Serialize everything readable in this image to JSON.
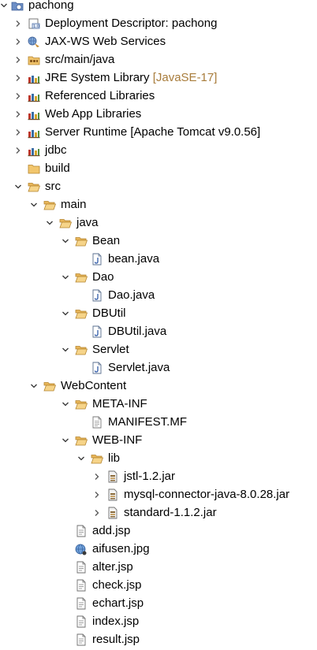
{
  "project_explorer": {
    "items": [
      {
        "label": "pachong",
        "decoration": "",
        "icon": "project-icon",
        "expanded": true
      },
      {
        "label": "Deployment Descriptor: pachong",
        "decoration": "",
        "icon": "deployment-descriptor-icon",
        "expanded": false
      },
      {
        "label": "JAX-WS Web Services",
        "decoration": "",
        "icon": "web-services-icon",
        "expanded": false
      },
      {
        "label": "src/main/java",
        "decoration": "",
        "icon": "source-folder-icon",
        "expanded": false
      },
      {
        "label": "JRE System Library ",
        "decoration": "[JavaSE-17]",
        "icon": "library-icon",
        "expanded": false
      },
      {
        "label": "Referenced Libraries",
        "decoration": "",
        "icon": "library-icon",
        "expanded": false
      },
      {
        "label": "Web App Libraries",
        "decoration": "",
        "icon": "library-icon",
        "expanded": false
      },
      {
        "label": "Server Runtime [Apache Tomcat v9.0.56]",
        "decoration": "",
        "icon": "library-icon",
        "expanded": false
      },
      {
        "label": "jdbc",
        "decoration": "",
        "icon": "library-icon",
        "expanded": false
      },
      {
        "label": "build",
        "decoration": "",
        "icon": "folder-icon",
        "expanded": null
      },
      {
        "label": "src",
        "decoration": "",
        "icon": "open-folder-icon",
        "expanded": true
      },
      {
        "label": "main",
        "decoration": "",
        "icon": "open-folder-icon",
        "expanded": true
      },
      {
        "label": "java",
        "decoration": "",
        "icon": "open-folder-icon",
        "expanded": true
      },
      {
        "label": "Bean",
        "decoration": "",
        "icon": "open-folder-icon",
        "expanded": true
      },
      {
        "label": "bean.java",
        "decoration": "",
        "icon": "java-file-icon",
        "expanded": null
      },
      {
        "label": "Dao",
        "decoration": "",
        "icon": "open-folder-icon",
        "expanded": true
      },
      {
        "label": "Dao.java",
        "decoration": "",
        "icon": "java-file-icon",
        "expanded": null
      },
      {
        "label": "DBUtil",
        "decoration": "",
        "icon": "open-folder-icon",
        "expanded": true
      },
      {
        "label": "DBUtil.java",
        "decoration": "",
        "icon": "java-file-icon",
        "expanded": null
      },
      {
        "label": "Servlet",
        "decoration": "",
        "icon": "open-folder-icon",
        "expanded": true
      },
      {
        "label": "Servlet.java",
        "decoration": "",
        "icon": "java-file-icon",
        "expanded": null
      },
      {
        "label": "WebContent",
        "decoration": "",
        "icon": "open-folder-icon",
        "expanded": true
      },
      {
        "label": "META-INF",
        "decoration": "",
        "icon": "open-folder-icon",
        "expanded": true
      },
      {
        "label": "MANIFEST.MF",
        "decoration": "",
        "icon": "text-file-icon",
        "expanded": null
      },
      {
        "label": "WEB-INF",
        "decoration": "",
        "icon": "open-folder-icon",
        "expanded": true
      },
      {
        "label": "lib",
        "decoration": "",
        "icon": "open-folder-icon",
        "expanded": true
      },
      {
        "label": "jstl-1.2.jar",
        "decoration": "",
        "icon": "jar-file-icon",
        "expanded": false
      },
      {
        "label": "mysql-connector-java-8.0.28.jar",
        "decoration": "",
        "icon": "jar-file-icon",
        "expanded": false
      },
      {
        "label": "standard-1.1.2.jar",
        "decoration": "",
        "icon": "jar-file-icon",
        "expanded": false
      },
      {
        "label": "add.jsp",
        "decoration": "",
        "icon": "jsp-file-icon",
        "expanded": null
      },
      {
        "label": "aifusen.jpg",
        "decoration": "",
        "icon": "image-file-icon",
        "expanded": null
      },
      {
        "label": "alter.jsp",
        "decoration": "",
        "icon": "jsp-file-icon",
        "expanded": null
      },
      {
        "label": "check.jsp",
        "decoration": "",
        "icon": "jsp-file-icon",
        "expanded": null
      },
      {
        "label": "echart.jsp",
        "decoration": "",
        "icon": "jsp-file-icon",
        "expanded": null
      },
      {
        "label": "index.jsp",
        "decoration": "",
        "icon": "jsp-file-icon",
        "expanded": null
      },
      {
        "label": "result.jsp",
        "decoration": "",
        "icon": "jsp-file-icon",
        "expanded": null
      }
    ]
  }
}
